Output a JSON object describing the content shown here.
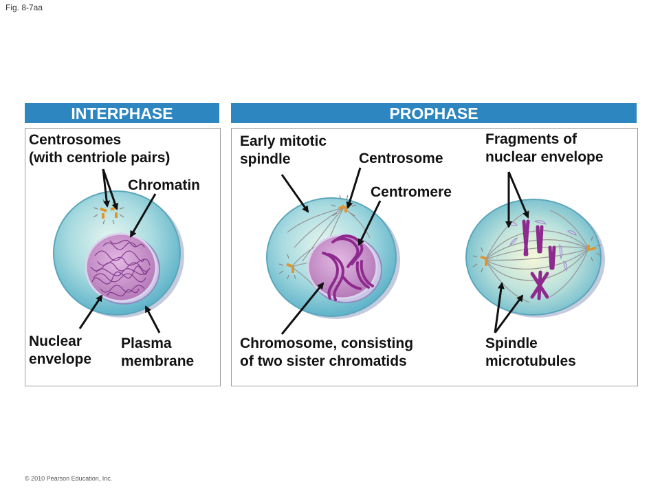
{
  "figure_label": "Fig. 8-7aa",
  "copyright": "© 2010 Pearson Education, Inc.",
  "phases": {
    "interphase": "INTERPHASE",
    "prophase": "PROPHASE"
  },
  "labels": {
    "centrosomes": "Centrosomes\n(with centriole pairs)",
    "chromatin": "Chromatin",
    "nuclear_envelope": "Nuclear\nenvelope",
    "plasma_membrane": "Plasma\nmembrane",
    "early_mitotic_spindle": "Early mitotic\nspindle",
    "centrosome": "Centrosome",
    "centromere": "Centromere",
    "fragments": "Fragments of\nnuclear envelope",
    "chromosome": "Chromosome, consisting\nof two sister chromatids",
    "spindle_microtubules": "Spindle\nmicrotubules"
  },
  "colors": {
    "banner": "#2e86c1",
    "cytoplasm": "#7cc4d4",
    "nucleus": "#c58fc7",
    "chromosome": "#8e2a8e",
    "centriole": "#e0962e"
  }
}
